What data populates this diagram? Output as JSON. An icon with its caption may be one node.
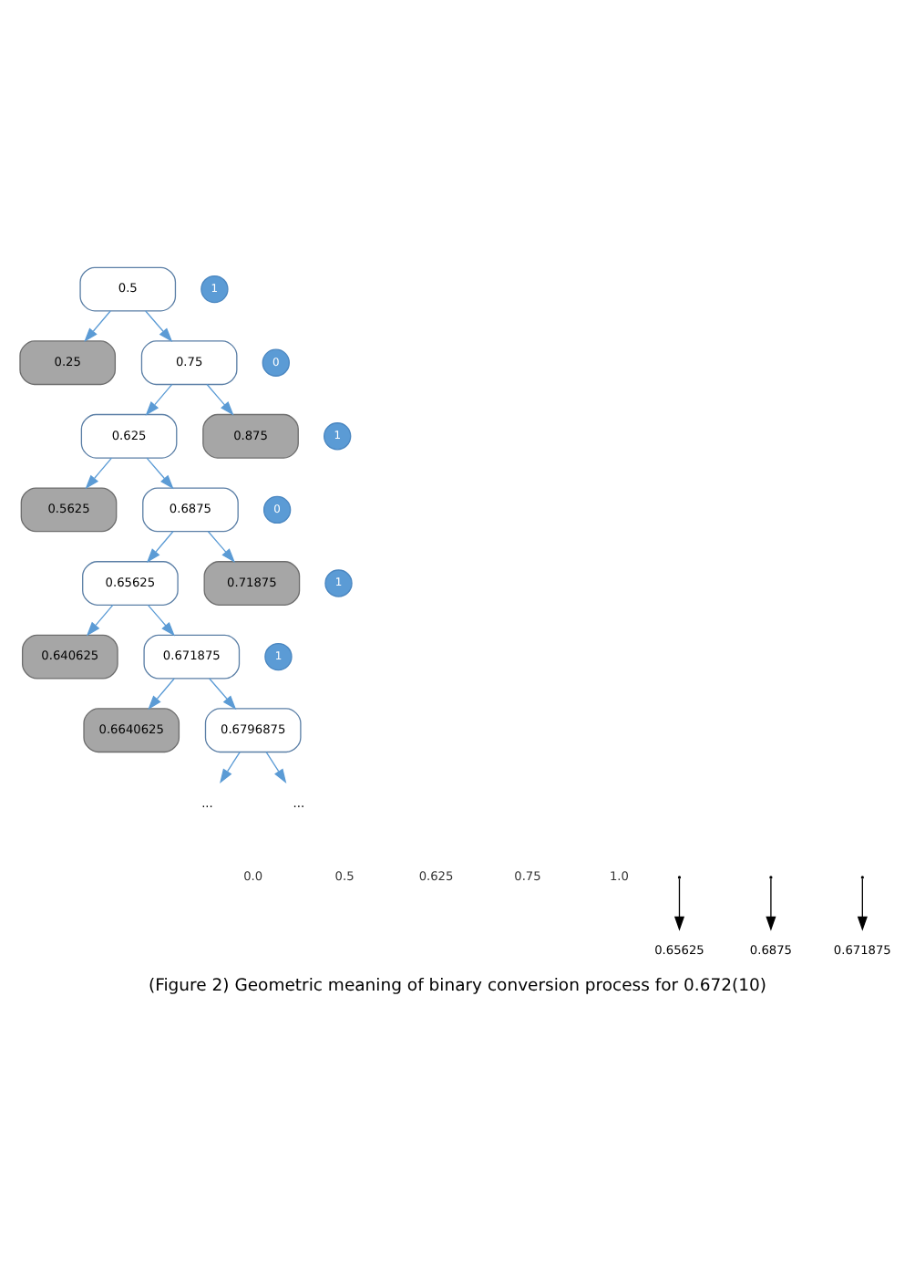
{
  "diagram": {
    "caption": "(Figure 2) Geometric meaning of binary conversion process for 0.672(10)",
    "nodes": [
      {
        "text": [
          "0.5"
        ]
      },
      {
        "text": [
          "1"
        ]
      },
      {
        "text": [
          "0.25"
        ]
      },
      {
        "text": [
          "0.75"
        ]
      },
      {
        "text": [
          "0"
        ]
      },
      {
        "text": [
          "0.625"
        ]
      },
      {
        "text": [
          "0.875"
        ]
      },
      {
        "text": [
          "1"
        ]
      },
      {
        "text": [
          "0.5625"
        ]
      },
      {
        "text": [
          "0.6875"
        ]
      },
      {
        "text": [
          "0"
        ]
      },
      {
        "text": [
          "0.65625"
        ]
      },
      {
        "text": [
          "0.71875"
        ]
      },
      {
        "text": [
          "1"
        ]
      },
      {
        "text": [
          "0.640625"
        ]
      },
      {
        "text": [
          "0.671875"
        ]
      },
      {
        "text": [
          "1"
        ]
      },
      {
        "text": [
          "0.6640625"
        ]
      },
      {
        "text": [
          "0.6796875"
        ]
      },
      {
        "text": [
          "..."
        ]
      },
      {
        "text": [
          "..."
        ]
      },
      {
        "text": [
          "0.65625"
        ]
      },
      {
        "text": [
          "0.6875"
        ]
      },
      {
        "text": [
          "0.671875"
        ]
      }
    ],
    "edges": [
      {
        "from": 0,
        "to": 2,
        "arrow": "to"
      },
      {
        "from": 0,
        "to": 3,
        "arrow": "to"
      },
      {
        "from": 3,
        "to": 5,
        "arrow": "to"
      },
      {
        "from": 3,
        "to": 6,
        "arrow": "to"
      },
      {
        "from": 5,
        "to": 8,
        "arrow": "to"
      },
      {
        "from": 5,
        "to": 9,
        "arrow": "to"
      },
      {
        "from": 9,
        "to": 11,
        "arrow": "to"
      },
      {
        "from": 9,
        "to": 12,
        "arrow": "to"
      },
      {
        "from": 11,
        "to": 14,
        "arrow": "to"
      },
      {
        "from": 11,
        "to": 15,
        "arrow": "to"
      },
      {
        "from": 15,
        "to": 17,
        "arrow": "to"
      },
      {
        "from": 15,
        "to": 18,
        "arrow": "to"
      },
      {
        "from": 18,
        "to": 19,
        "arrow": "to"
      },
      {
        "from": 18,
        "to": 20,
        "arrow": "to"
      },
      {
        "from": null,
        "to": 21,
        "arrow": "to",
        "color": "#000000"
      },
      {
        "from": null,
        "to": 23,
        "arrow": "to",
        "color": "#000000"
      },
      {
        "from": null,
        "to": 22,
        "arrow": "to",
        "color": "#000000"
      }
    ],
    "labels": [
      "0.0",
      "0.5",
      "0.625",
      "0.75",
      "1.0"
    ]
  }
}
